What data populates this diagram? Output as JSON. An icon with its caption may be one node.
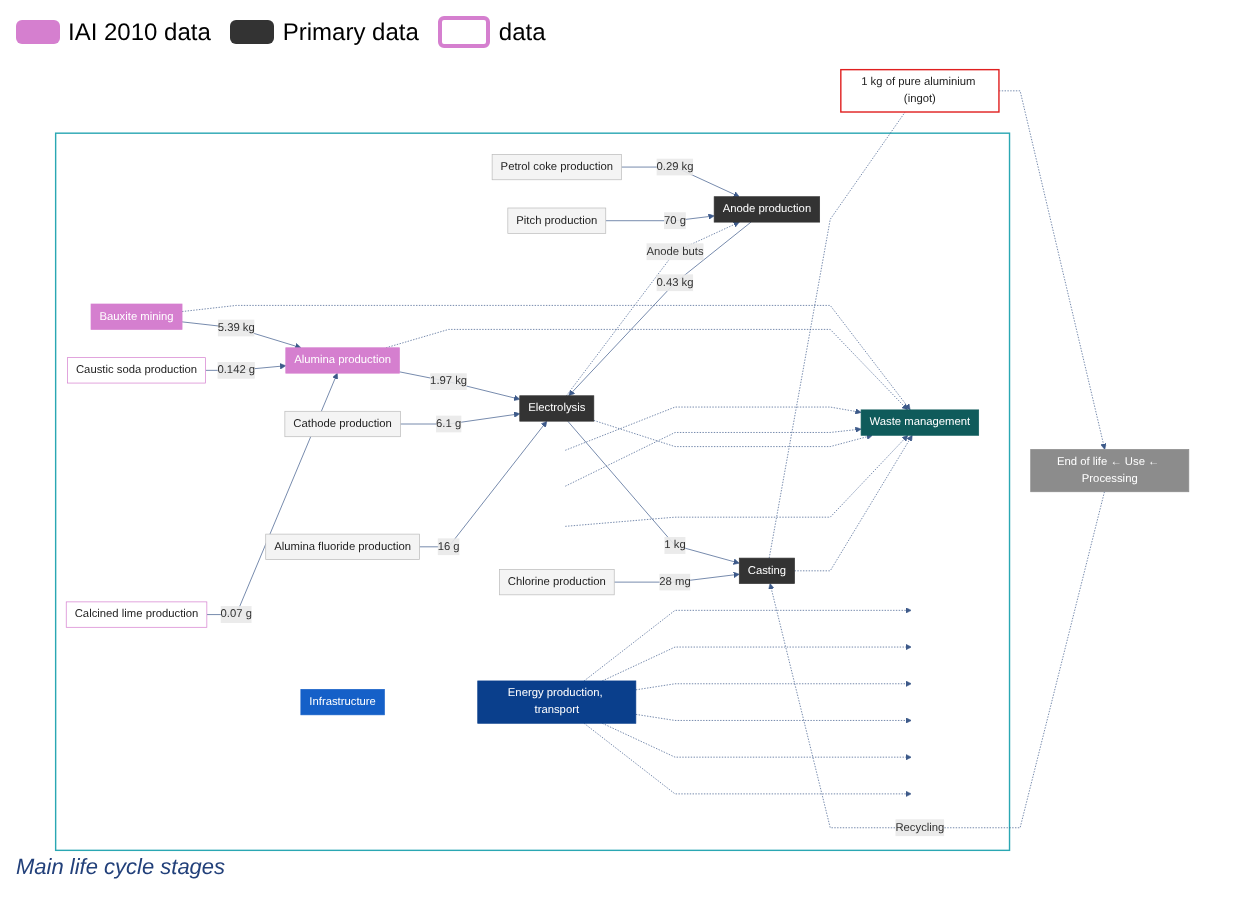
{
  "diagram": {
    "nodes": [
      {
        "text": [],
        "shape": "box"
      },
      {
        "text": [
          "Infrastructure"
        ],
        "in": 0
      },
      {
        "text": [
          "Energy production, transport"
        ],
        "in": 0
      },
      {
        "text": [
          "Bauxite mining"
        ],
        "in": 0
      },
      {
        "text": [
          "Caustic soda production"
        ],
        "in": 0
      },
      {
        "text": [
          "Calcined lime production"
        ],
        "in": 0
      },
      {
        "text": [
          "Alumina production"
        ],
        "in": 0
      },
      {
        "text": [
          "Petrol coke production"
        ],
        "in": 0
      },
      {
        "text": [
          "Pitch production"
        ],
        "in": 0
      },
      {
        "text": [
          "Anode production"
        ],
        "in": 0
      },
      {
        "text": [
          "Cathode production"
        ],
        "in": 0
      },
      {
        "text": [
          "Alumina fluoride production"
        ],
        "in": 0
      },
      {
        "text": [
          "Electrolysis"
        ],
        "in": 0
      },
      {
        "text": [
          "Chlorine production"
        ],
        "in": 0
      },
      {
        "text": [
          "Casting"
        ],
        "in": 0
      },
      {
        "text": [
          "Waste management"
        ],
        "in": 0
      },
      {
        "text": [
          "1 kg of pure aluminium (ingot)"
        ]
      },
      {
        "text": [
          "End of life ← Use ← Processing"
        ]
      }
    ],
    "edges": [
      {
        "from": 3,
        "to": 6,
        "arrow": "to",
        "label": "5.39 kg"
      },
      {
        "from": 4,
        "to": 6,
        "arrow": "to",
        "label": "0.142 g"
      },
      {
        "from": 5,
        "to": 6,
        "arrow": "to",
        "label": "0.07 g"
      },
      {
        "from": 6,
        "to": 12,
        "arrow": "to",
        "label": "1.97 kg"
      },
      {
        "from": 7,
        "to": 9,
        "arrow": "to",
        "label": "0.29 kg"
      },
      {
        "from": 8,
        "to": 9,
        "arrow": "to",
        "label": "70 g"
      },
      {
        "from": 12,
        "to": 9,
        "arrow": "to",
        "label": "Anode buts",
        "style": "dashed"
      },
      {
        "from": 9,
        "to": 12,
        "arrow": "to",
        "label": "0.43 kg"
      },
      {
        "from": 10,
        "to": 12,
        "arrow": "to",
        "label": "6.1 g"
      },
      {
        "from": 11,
        "to": 12,
        "arrow": "to",
        "label": "16 g"
      },
      {
        "from": 12,
        "to": 14,
        "arrow": "to",
        "label": "1 kg"
      },
      {
        "from": 13,
        "to": 14,
        "arrow": "to",
        "label": "28 mg"
      },
      {
        "from": 14,
        "to": 16,
        "arrow": "none",
        "style": "dashed"
      },
      {
        "from": 16,
        "to": 17,
        "arrow": "to",
        "style": "dashed"
      },
      {
        "from": 17,
        "to": 14,
        "arrow": "to",
        "label": "Recycling",
        "style": "dashed"
      },
      {
        "from": 3,
        "to": 15,
        "arrow": "to",
        "style": "dashed"
      },
      {
        "from": 6,
        "to": 15,
        "arrow": "to",
        "style": "dashed"
      },
      {
        "from": null,
        "to": 15,
        "arrow": "to",
        "style": "dashed"
      },
      {
        "from": null,
        "to": 15,
        "arrow": "to",
        "style": "dashed"
      },
      {
        "from": 12,
        "to": 15,
        "arrow": "to",
        "style": "dashed"
      },
      {
        "from": null,
        "to": 15,
        "arrow": "to",
        "style": "dashed"
      },
      {
        "from": 14,
        "to": 15,
        "arrow": "to",
        "style": "dashed"
      },
      {
        "from": 2,
        "to": null,
        "arrow": "to",
        "style": "dashed"
      },
      {
        "from": 2,
        "to": null,
        "arrow": "to",
        "style": "dashed"
      },
      {
        "from": 2,
        "to": null,
        "arrow": "to",
        "style": "dashed"
      },
      {
        "from": 2,
        "to": null,
        "arrow": "to",
        "style": "dashed"
      },
      {
        "from": 2,
        "to": null,
        "arrow": "to",
        "style": "dashed"
      },
      {
        "from": 2,
        "to": null,
        "arrow": "to",
        "style": "dashed"
      }
    ],
    "labels": [
      "Main life cycle stages"
    ],
    "legend": [
      {
        "text": "IAI 2010 data",
        "color": "#d57fcf"
      },
      {
        "text": "Primary data",
        "color": "#333333"
      },
      {
        "text": "data"
      }
    ]
  }
}
